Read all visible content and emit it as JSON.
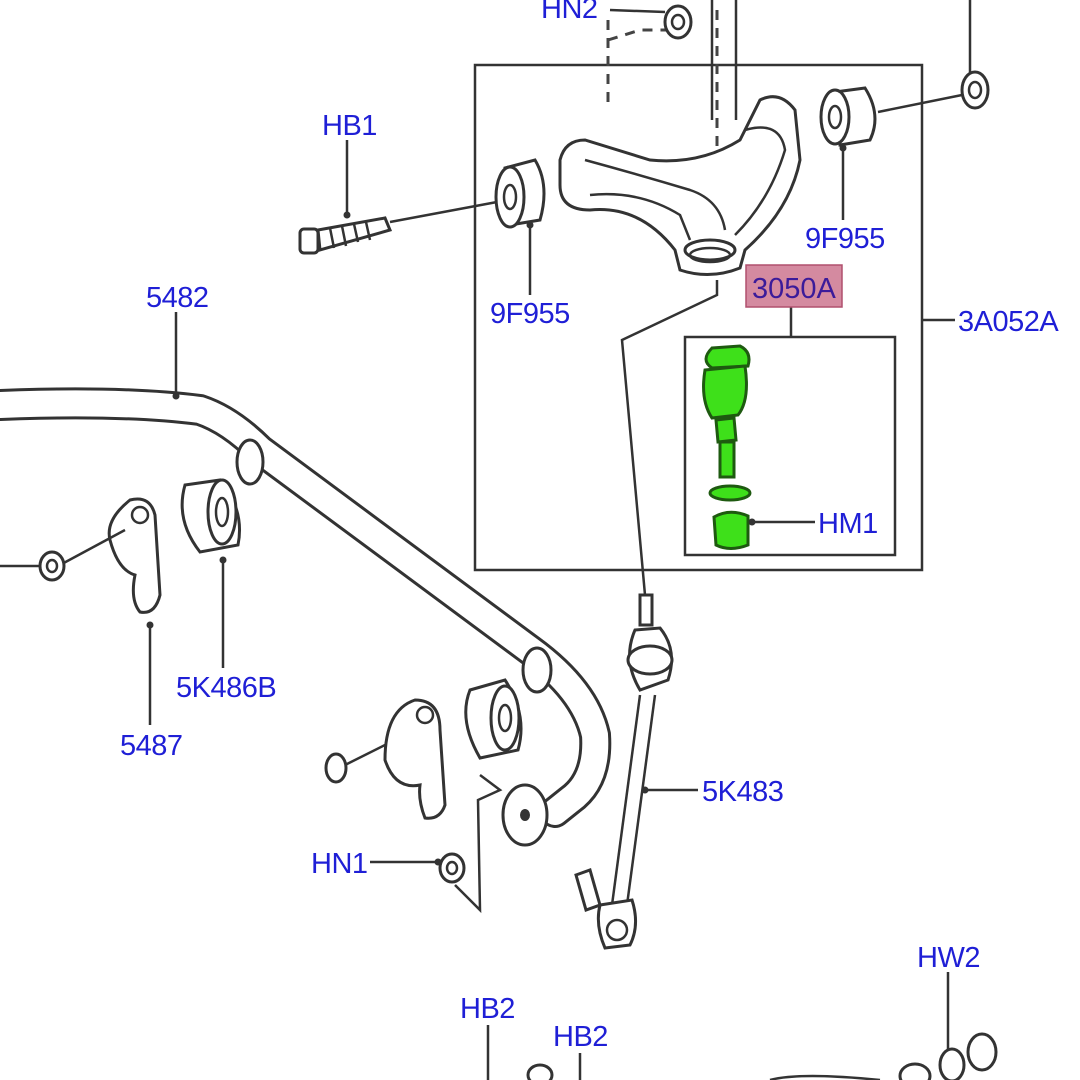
{
  "diagram": {
    "labels": {
      "hn2": "HN2",
      "hb1": "HB1",
      "9f955_left": "9F955",
      "9f955_right": "9F955",
      "3050a": "3050A",
      "3a052a": "3A052A",
      "hm1": "HM1",
      "5482": "5482",
      "5k486b": "5K486B",
      "5487": "5487",
      "5k483": "5K483",
      "hn1": "HN1",
      "hw2": "HW2",
      "hb2_left": "HB2",
      "hb2_right": "HB2"
    },
    "colors": {
      "label_text": "#1f1fd6",
      "highlight_box": "#d48aa0",
      "highlight_part": "#3ee01a",
      "line": "#333333"
    }
  }
}
